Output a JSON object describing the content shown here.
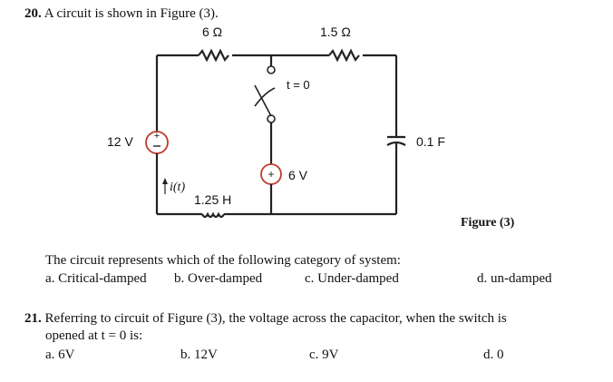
{
  "q20": {
    "number": "20.",
    "stem": "A circuit is shown in Figure (3).",
    "followup": "The circuit represents which of the following category of system:",
    "options": [
      "a.  Critical-damped",
      "b. Over-damped",
      "c. Under-damped",
      "d. un-damped"
    ]
  },
  "figure": {
    "r1": "6 Ω",
    "r2": "1.5 Ω",
    "switch": "t = 0",
    "source1": "12 V",
    "capacitor": "0.1 F",
    "current": "i(t)",
    "inductor": "1.25 H",
    "source2": "6 V",
    "caption": "Figure (3)"
  },
  "q21": {
    "number": "21.",
    "line1": "Referring to circuit of Figure (3), the voltage across the capacitor, when the switch is",
    "line2": "opened at t = 0 is:",
    "options": [
      "a.  6V",
      "b. 12V",
      "c. 9V",
      "d. 0"
    ]
  }
}
